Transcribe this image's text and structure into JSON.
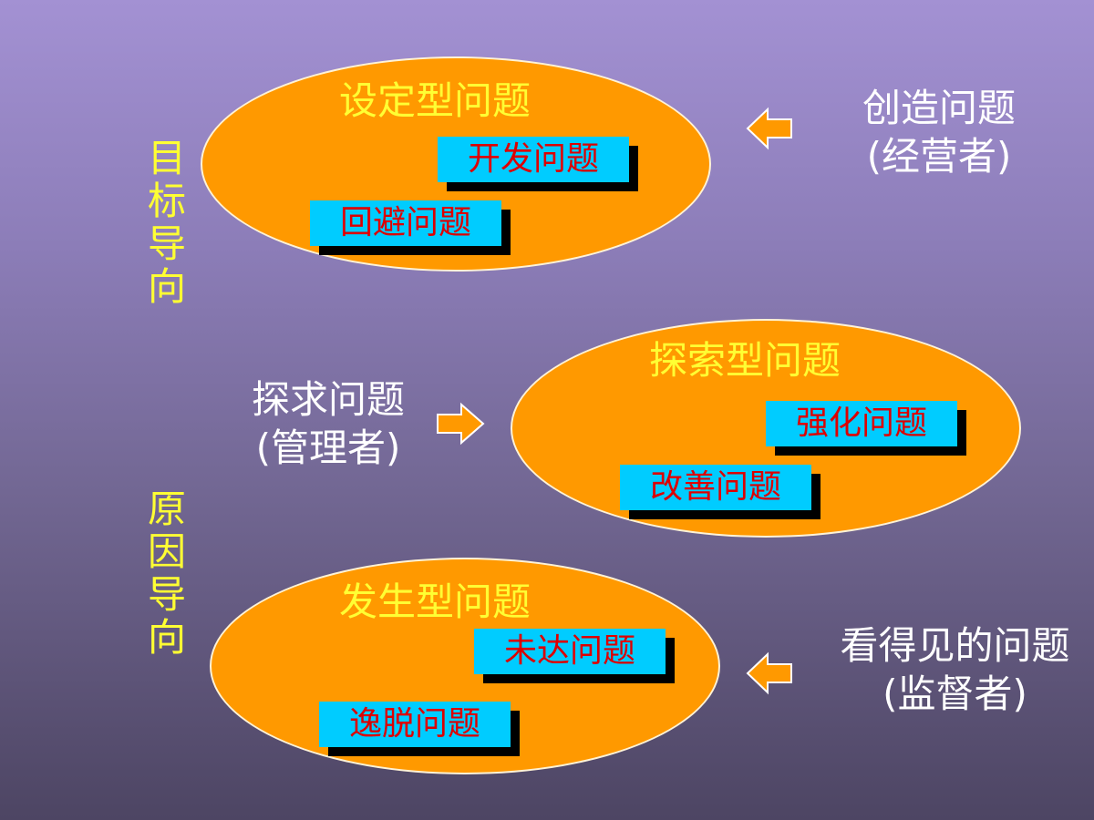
{
  "left_labels": {
    "target": "目标导向",
    "cause": "原因导向"
  },
  "groups": [
    {
      "title": "设定型问题",
      "tags": [
        "开发问题",
        "回避问题"
      ],
      "side_line1": "创造问题",
      "side_line2": "(经营者)"
    },
    {
      "title": "探索型问题",
      "tags": [
        "强化问题",
        "改善问题"
      ],
      "side_line1": "探求问题",
      "side_line2": "(管理者)"
    },
    {
      "title": "发生型问题",
      "tags": [
        "未达问题",
        "逸脱问题"
      ],
      "side_line1": "看得见的问题",
      "side_line2": "(监督者)"
    }
  ],
  "colors": {
    "ellipse": "#ff9900",
    "title_text": "#ffff33",
    "tag_bg": "#00ccff",
    "tag_text": "#dd0000",
    "side_text": "#ffffff"
  },
  "icons": {
    "arrow": "block-arrow"
  }
}
